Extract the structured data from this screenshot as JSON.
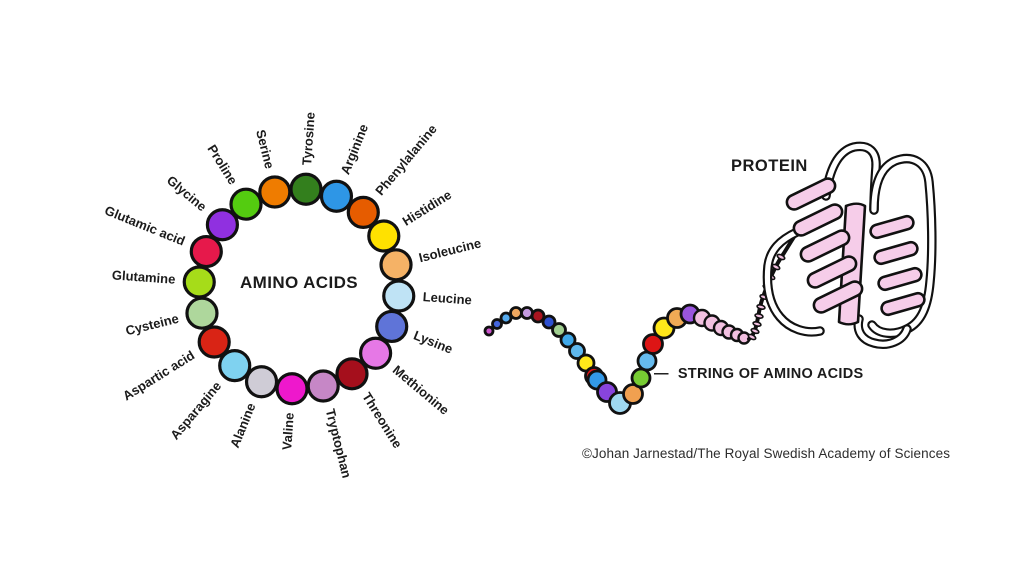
{
  "diagram": {
    "background": "#ffffff",
    "outline_color": "#111111"
  },
  "amino_circle": {
    "center_label": "AMINO ACIDS",
    "items": [
      {
        "name": "Tyrosine",
        "color": "#337f1d"
      },
      {
        "name": "Arginine",
        "color": "#2e96e6"
      },
      {
        "name": "Phenylalanine",
        "color": "#e65c00"
      },
      {
        "name": "Histidine",
        "color": "#ffe100"
      },
      {
        "name": "Isoleucine",
        "color": "#f5b266"
      },
      {
        "name": "Leucine",
        "color": "#bfe3f5"
      },
      {
        "name": "Lysine",
        "color": "#5f74d8"
      },
      {
        "name": "Methionine",
        "color": "#e678e6"
      },
      {
        "name": "Threonine",
        "color": "#a50f1c"
      },
      {
        "name": "Tryptophan",
        "color": "#c687c6"
      },
      {
        "name": "Valine",
        "color": "#ee18cc"
      },
      {
        "name": "Alanine",
        "color": "#cfccd6"
      },
      {
        "name": "Asparagine",
        "color": "#7fd2f0"
      },
      {
        "name": "Aspartic acid",
        "color": "#d92415"
      },
      {
        "name": "Cysteine",
        "color": "#aed79c"
      },
      {
        "name": "Glutamine",
        "color": "#a6dc19"
      },
      {
        "name": "Glutamic acid",
        "color": "#e6194b"
      },
      {
        "name": "Glycine",
        "color": "#9030e0"
      },
      {
        "name": "Proline",
        "color": "#54cc10"
      },
      {
        "name": "Serine",
        "color": "#ef7c00"
      }
    ]
  },
  "string_of_amino_acids": {
    "bead_colors": [
      "#cc55cc",
      "#4466dd",
      "#55aaee",
      "#f0a860",
      "#c49ae0",
      "#aa1520",
      "#2d50d0",
      "#a0cf90",
      "#3fa8ea",
      "#5fb8ee",
      "#ffe81a",
      "#dd1515",
      "#3399e8",
      "#8844dd",
      "#9fd8f0",
      "#f0a050",
      "#77cc33",
      "#66bbee",
      "#dd1515",
      "#ffe81a",
      "#f0aa55",
      "#9955dd"
    ],
    "tail_color": "#f2c0e0",
    "callout_dash": "—",
    "callout_text": "STRING OF AMINO ACIDS"
  },
  "protein": {
    "label": "PROTEIN",
    "ribbon_color": "#f6cde9"
  },
  "credit": "©Johan Jarnestad/The Royal Swedish Academy of Sciences"
}
